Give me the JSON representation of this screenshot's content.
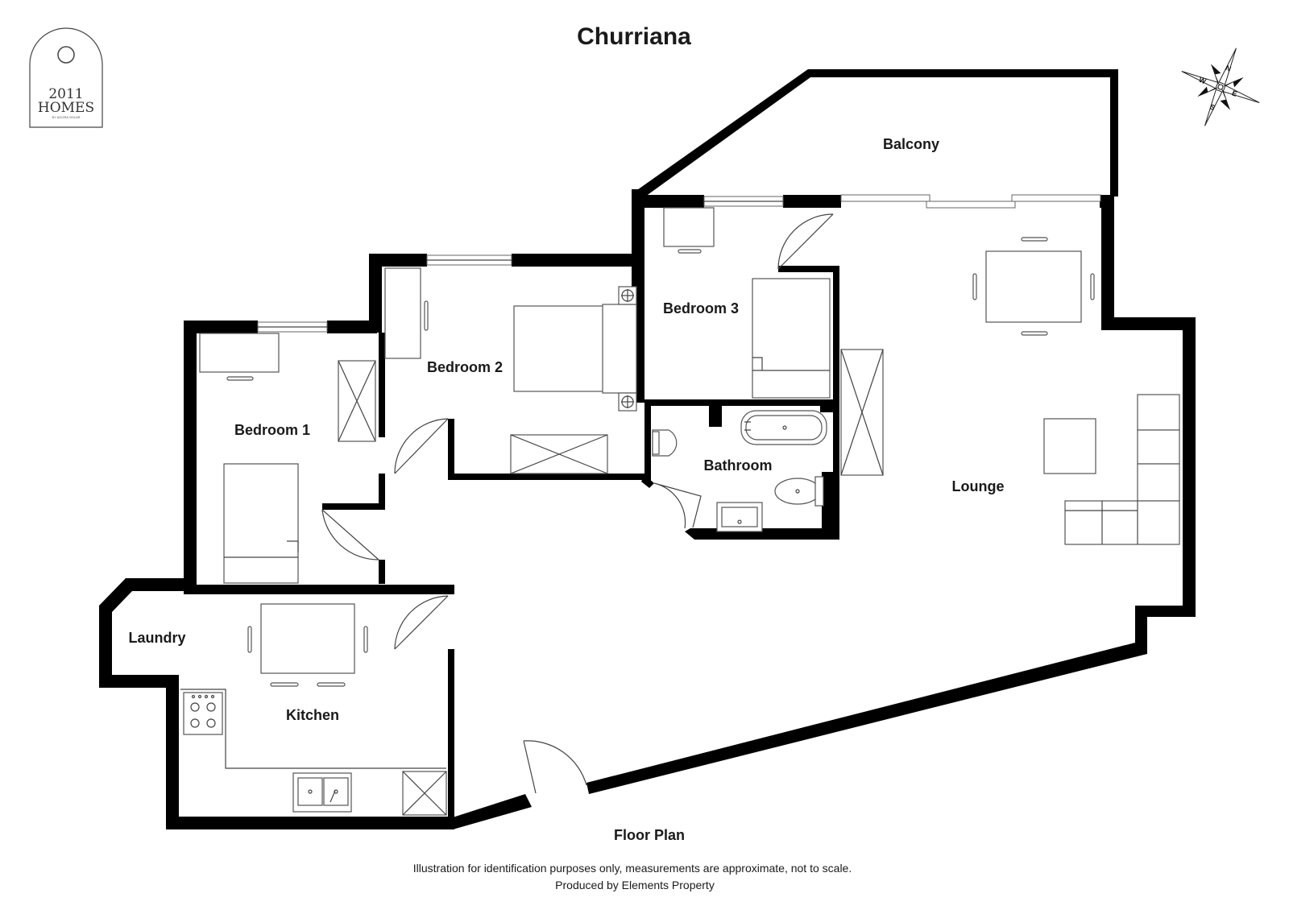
{
  "title": "Churriana",
  "logo": {
    "line1": "2011",
    "line2": "HOMES",
    "tagline": "BY AGORA SOLAR"
  },
  "compass": {
    "n": "N",
    "e": "E",
    "s": "S",
    "w": "W"
  },
  "rooms": {
    "balcony": "Balcony",
    "bedroom3": "Bedroom 3",
    "bedroom2": "Bedroom 2",
    "bedroom1": "Bedroom 1",
    "bathroom": "Bathroom",
    "lounge": "Lounge",
    "laundry": "Laundry",
    "kitchen": "Kitchen"
  },
  "floor_label": "Floor Plan",
  "disclaimer": "Illustration for identification purposes only, measurements are approximate, not to scale.",
  "credit": "Produced by Elements Property",
  "colors": {
    "wall": "#000000",
    "line": "#555555",
    "background": "#ffffff"
  }
}
